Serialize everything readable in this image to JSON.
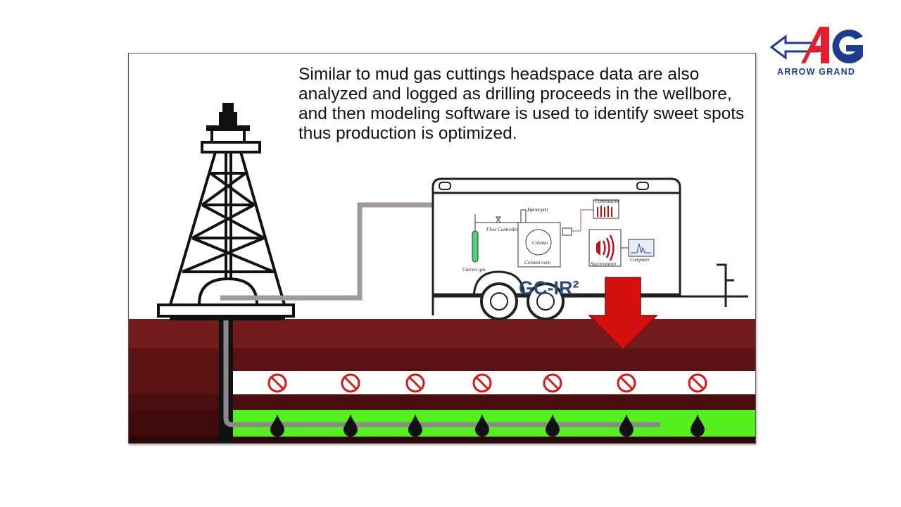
{
  "logo": {
    "icon": "arrow-grand-logo",
    "letters": "AG",
    "name": "ARROW GRAND",
    "colors": {
      "blue": "#1d3c8f",
      "red": "#e02030"
    }
  },
  "slide": {
    "caption": "Similar to mud gas cuttings headspace data are also analyzed and logged as drilling proceeds in the wellbore, and then modeling software is used to identify sweet spots thus production is optimized.",
    "trailer": {
      "instrument_label": "GC-IR²",
      "components": {
        "injector_port": "Injector port",
        "flow_controller": "Flow Controller",
        "column": "Column",
        "column_oven": "Column oven",
        "carrier_gas": "Carrier gas",
        "combustion": "Combustion",
        "spectrometer": "Spectrometer",
        "computer": "Computer"
      }
    },
    "icons": {
      "derrick": "oil-derrick-icon",
      "no_symbol": "prohibited-icon",
      "oil_drop": "oil-drop-icon",
      "arrow": "down-arrow-icon"
    },
    "colors": {
      "surface_layer": "#731a1c",
      "deep_layer": "#4a0d10",
      "barrier_band": "#ffffff",
      "reservoir": "#55ee1e",
      "arrow": "#d40f0f",
      "gas_line": "#a09a9a"
    },
    "marker_count": 7
  }
}
